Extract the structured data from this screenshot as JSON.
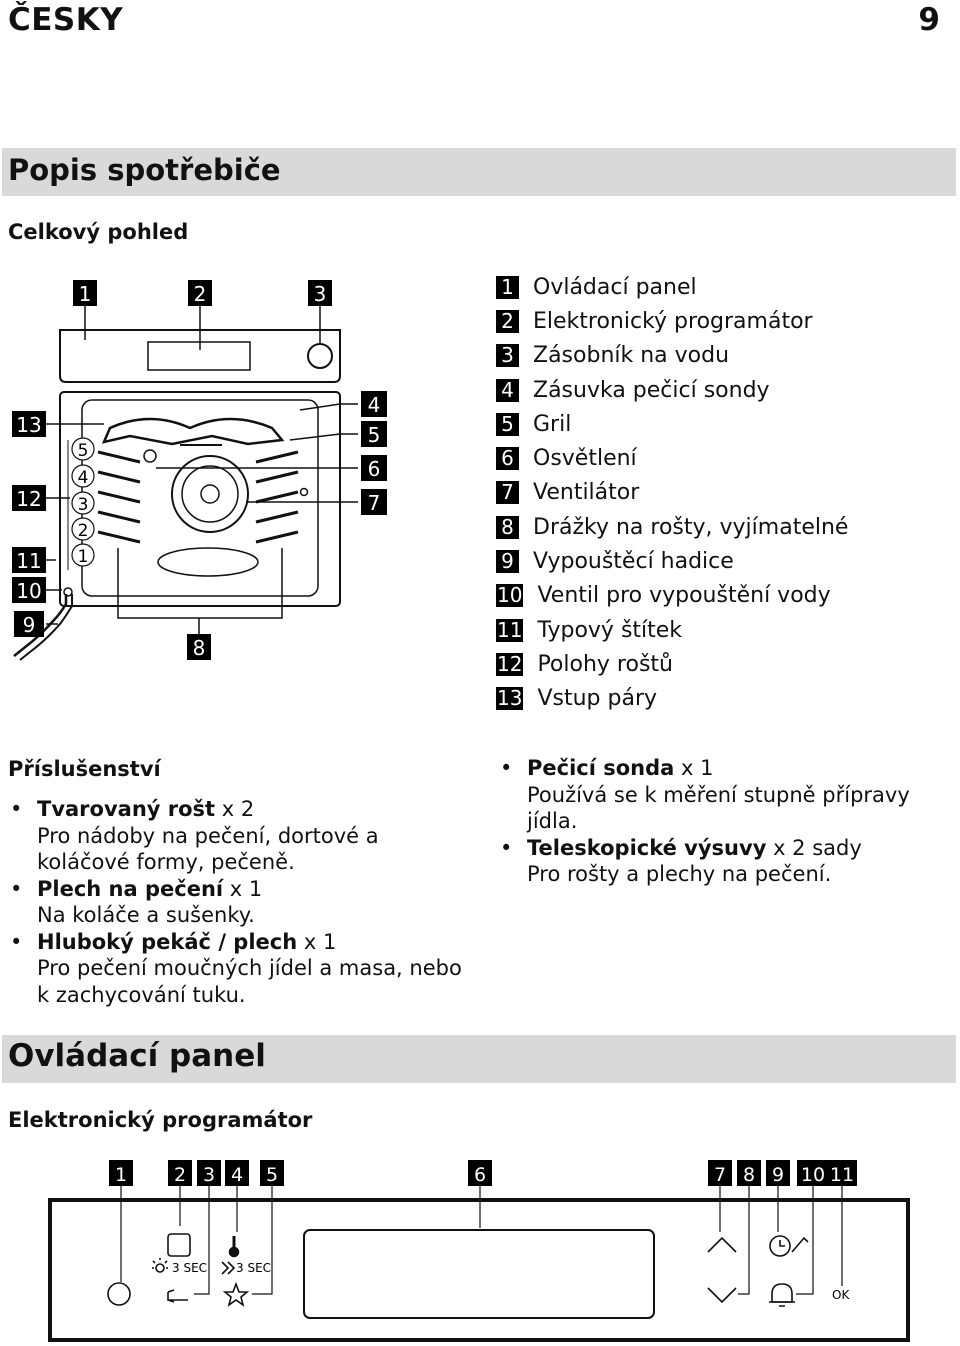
{
  "header": {
    "language": "ČESKY",
    "page_number": "9"
  },
  "section1": {
    "title": "Popis spotřebiče",
    "overview_title": "Celkový pohled",
    "diagram_callouts": [
      "1",
      "2",
      "3",
      "4",
      "5",
      "6",
      "7",
      "8",
      "9",
      "10",
      "11",
      "12",
      "13"
    ],
    "shelf_positions": [
      "5",
      "4",
      "3",
      "2",
      "1"
    ],
    "legend": [
      {
        "num": "1",
        "label": "Ovládací panel"
      },
      {
        "num": "2",
        "label": "Elektronický programátor"
      },
      {
        "num": "3",
        "label": "Zásobník na vodu"
      },
      {
        "num": "4",
        "label": "Zásuvka pečicí sondy"
      },
      {
        "num": "5",
        "label": "Gril"
      },
      {
        "num": "6",
        "label": "Osvětlení"
      },
      {
        "num": "7",
        "label": "Ventilátor"
      },
      {
        "num": "8",
        "label": "Drážky na rošty, vyjímatelné"
      },
      {
        "num": "9",
        "label": "Vypouštěcí hadice"
      },
      {
        "num": "10",
        "label": "Ventil pro vypouštění vody"
      },
      {
        "num": "11",
        "label": "Typový štítek"
      },
      {
        "num": "12",
        "label": "Polohy roštů"
      },
      {
        "num": "13",
        "label": "Vstup páry"
      }
    ]
  },
  "accessories": {
    "title": "Příslušenství",
    "left_items": [
      {
        "name": "Tvarovaný rošt",
        "qty": " x 2",
        "desc": "Pro nádoby na pečení, dortové a koláčové formy, pečeně."
      },
      {
        "name": "Plech na pečení",
        "qty": " x 1",
        "desc": "Na koláče a sušenky."
      },
      {
        "name": "Hluboký pekáč / plech",
        "qty": " x 1",
        "desc": "Pro pečení moučných jídel a masa, nebo k zachycování tuku."
      }
    ],
    "right_items": [
      {
        "name": "Pečicí sonda",
        "qty": " x 1",
        "desc": "Používá se k měření stupně přípravy jídla."
      },
      {
        "name": "Teleskopické výsuvy",
        "qty": " x 2 sady",
        "desc": "Pro rošty a plechy na pečení."
      }
    ]
  },
  "section2": {
    "title": "Ovládací panel",
    "programmer_title": "Elektronický programátor",
    "panel_callouts": [
      "1",
      "2",
      "3",
      "4",
      "5",
      "6",
      "7",
      "8",
      "9",
      "10",
      "11"
    ],
    "panel_labels": {
      "light_time": "3 SEC",
      "fast_time": "3 SEC",
      "ok": "OK"
    }
  },
  "icons": [
    "power-icon",
    "light-icon",
    "back-arrow-icon",
    "thermometer-icon",
    "fast-forward-icon",
    "star-icon",
    "up-arrow-icon",
    "down-arrow-icon",
    "clock-icon",
    "bell-icon"
  ]
}
